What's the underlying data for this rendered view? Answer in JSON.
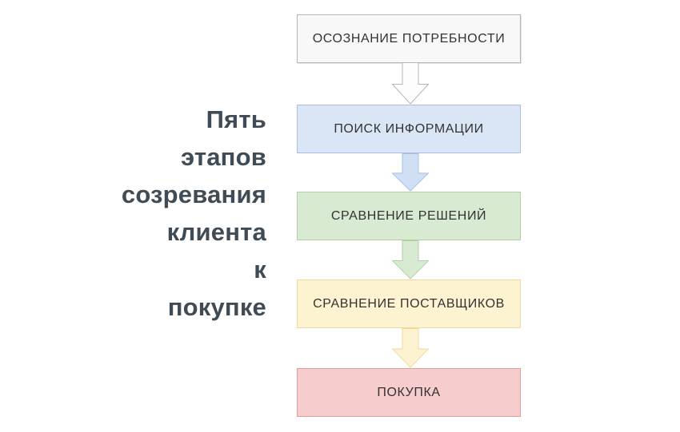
{
  "page": {
    "background": "#ffffff",
    "box_text_color": "#333333"
  },
  "title": {
    "text": "Пять этапов созревания клиента к покупке",
    "lines": [
      "Пять",
      "этапов",
      "созревания",
      "клиента",
      "к",
      "покупке"
    ],
    "color": "#3f4c56"
  },
  "stages": [
    {
      "label": "ОСОЗНАНИЕ ПОТРЕБНОСТИ",
      "fill": "#f8f8f8",
      "border": "#b5b5b5"
    },
    {
      "label": "ПОИСК ИНФОРМАЦИИ",
      "fill": "#dae6f5",
      "border": "#a9c0e4"
    },
    {
      "label": "СРАВНЕНИЕ РЕШЕНИЙ",
      "fill": "#d9ead3",
      "border": "#afd1a3"
    },
    {
      "label": "СРАВНЕНИЕ ПОСТАВЩИКОВ",
      "fill": "#fdf3d0",
      "border": "#ecd9a0"
    },
    {
      "label": "ПОКУПКА",
      "fill": "#f6cccc",
      "border": "#e09d9d"
    }
  ],
  "arrows": [
    {
      "direction": "down",
      "fill": "#fdfdfd",
      "border": "#b5b5b5"
    },
    {
      "direction": "down",
      "fill": "#cfdff4",
      "border": "#a9c0e4"
    },
    {
      "direction": "down",
      "fill": "#d9ead3",
      "border": "#afd1a3"
    },
    {
      "direction": "down",
      "fill": "#fdf3d0",
      "border": "#ecd9a0"
    }
  ]
}
